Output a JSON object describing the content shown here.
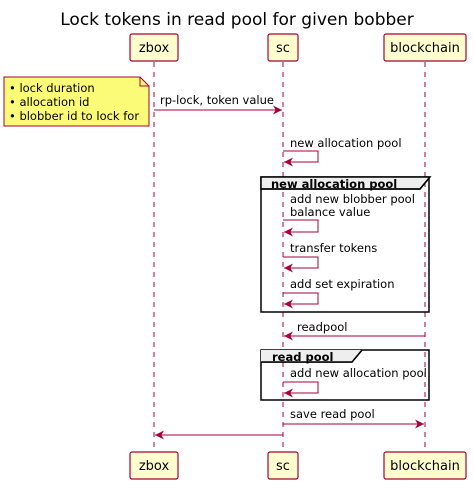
{
  "title": "Lock tokens in read pool for given bobber",
  "participants": {
    "zbox": "zbox",
    "sc": "sc",
    "blockchain": "blockchain"
  },
  "note": {
    "items": [
      "• lock duration",
      "• allocation id",
      "• blobber id to lock for"
    ]
  },
  "messages": {
    "rp_lock": "rp-lock, token value",
    "new_allocation_pool": "new allocation pool",
    "add_new_blobber_pool_1": "add new blobber pool",
    "add_new_blobber_pool_2": "balance value",
    "transfer_tokens": "transfer tokens",
    "add_set_expiration": "add set expiration",
    "readpool": "readpool",
    "add_new_allocation_pool": "add new allocation pool",
    "save_read_pool": "save read pool"
  },
  "frames": {
    "new_allocation_pool": "new allocation pool",
    "read_pool": "read pool"
  },
  "colors": {
    "participant_fill": "#FEFECE",
    "line": "#A80036",
    "note_fill": "#FBFB77"
  }
}
